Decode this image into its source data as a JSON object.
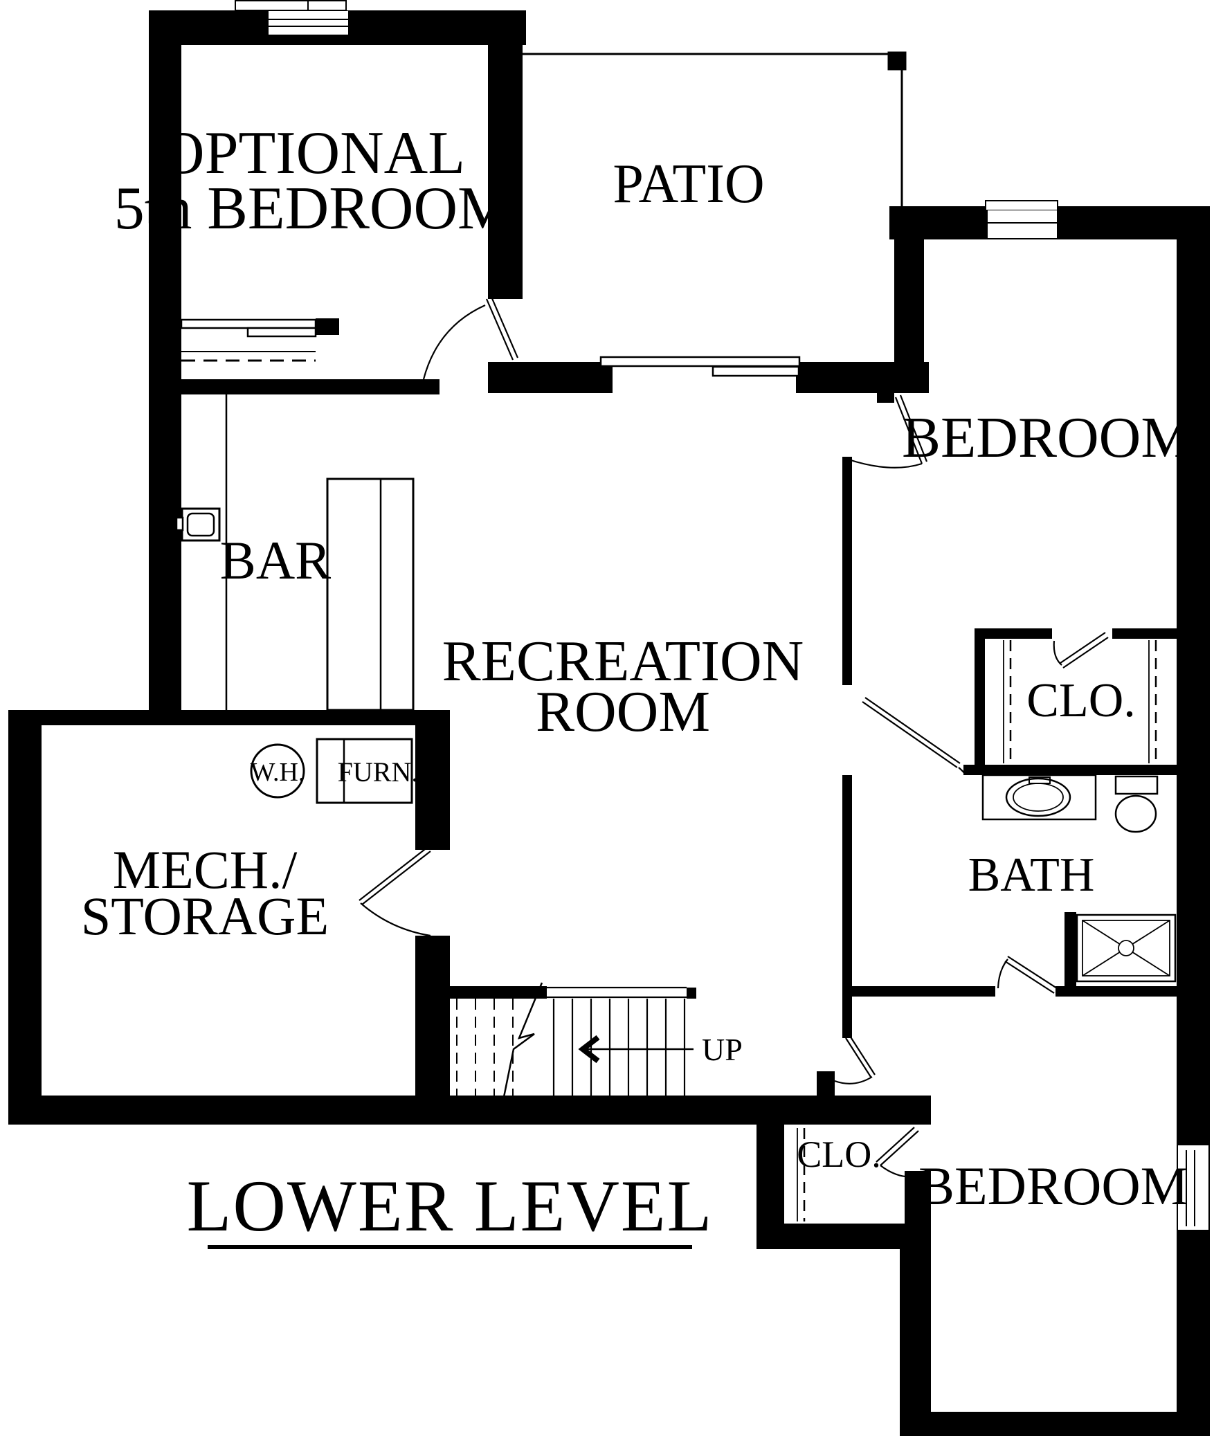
{
  "title": "LOWER LEVEL",
  "rooms": {
    "optional_bedroom_line1": "OPTIONAL",
    "optional_bedroom_line2": "5th BEDROOM",
    "patio": "PATIO",
    "bedroom_right": "BEDROOM",
    "bar": "BAR",
    "recreation_line1": "RECREATION",
    "recreation_line2": "ROOM",
    "mech_line1": "MECH./",
    "mech_line2": "STORAGE",
    "closet_right": "CLO.",
    "bath": "BATH",
    "closet_lower": "CLO.",
    "bedroom_lower": "BEDROOM"
  },
  "fixtures": {
    "water_heater": "W.H.",
    "furnace": "FURN."
  },
  "stairs": {
    "direction_label": "UP"
  },
  "colors": {
    "wall": "#000000",
    "background": "#ffffff"
  }
}
